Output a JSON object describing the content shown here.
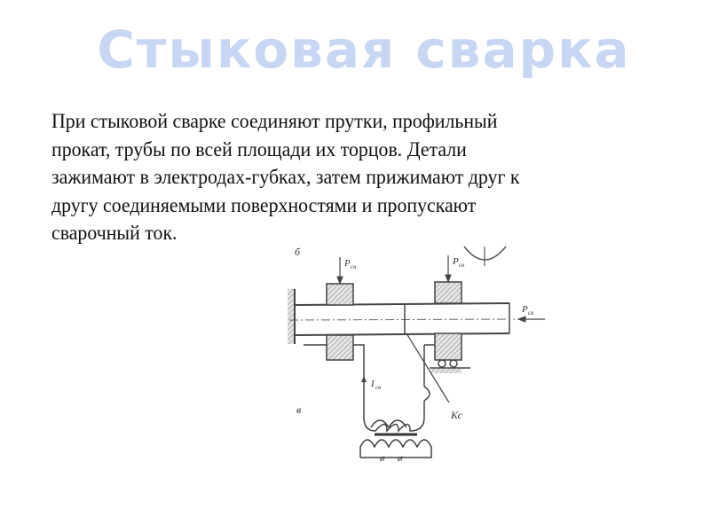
{
  "slide": {
    "title": "Стыковая сварка",
    "title_color": "#c6d6f3",
    "body_lines": [
      "При стыковой сварке соединяют прутки, профильный",
      "прокат, трубы по всей площади их торцов. Детали",
      "зажимают в электродах-губках, затем прижимают друг к",
      "другу соединяемыми поверхностями и пропускают",
      "сварочный ток."
    ]
  },
  "diagram": {
    "labels": {
      "panel_b": "б",
      "panel_v": "в",
      "force_left": "P",
      "force_left_sub": "св",
      "force_right": "P",
      "force_right_sub": "св",
      "force_axial": "P",
      "force_axial_sub": "св",
      "current": "I",
      "current_sub": "св",
      "contact": "Кс"
    }
  }
}
